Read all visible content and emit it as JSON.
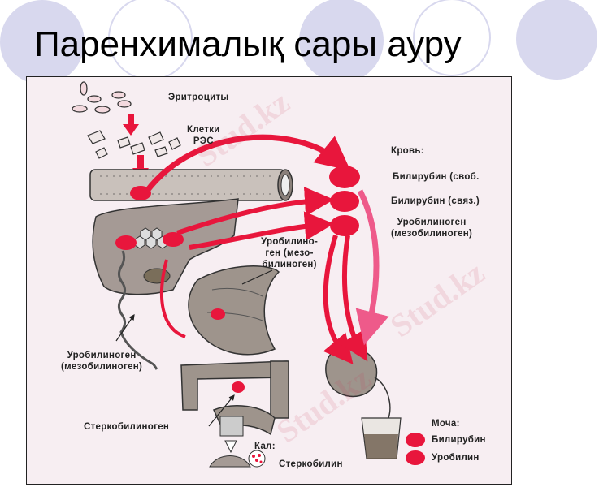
{
  "slide": {
    "title": "Паренхималық сары ауру"
  },
  "theme": {
    "decor_circle_color": "#d8d8ee",
    "frame_background": "#f7eef2",
    "pigment_red": "#e8163c",
    "arrow_pink": "#ee5a8a",
    "organ_gray": "#8c8580"
  },
  "diagram": {
    "labels": {
      "erythrocytes": "Эритроциты",
      "res_cells_line1": "Клетки",
      "res_cells_line2": "РЭС",
      "blood_header": "Кровь:",
      "blood_bilirubin_free": "Билирубин (своб.",
      "blood_bilirubin_bound": "Билирубин (связ.)",
      "blood_urobilinogen_line1": "Уробилиноген",
      "blood_urobilinogen_line2": "(мезобилиноген)",
      "intestine_urobilinogen_line1": "Уробилино-",
      "intestine_urobilinogen_line2": "ген (мезо-",
      "intestine_urobilinogen_line3": "билиноген)",
      "portal_urobilinogen_line1": "Уробилиноген",
      "portal_urobilinogen_line2": "(мезобилиноген)",
      "stercobilinogen": "Стеркобилиноген",
      "feces_header": "Кал:",
      "stercobilin": "Стеркобилин",
      "urine_header": "Моча:",
      "urine_bilirubin": "Билирубин",
      "urine_urobilin": "Уробилин"
    },
    "watermark": "Stud.kz"
  }
}
